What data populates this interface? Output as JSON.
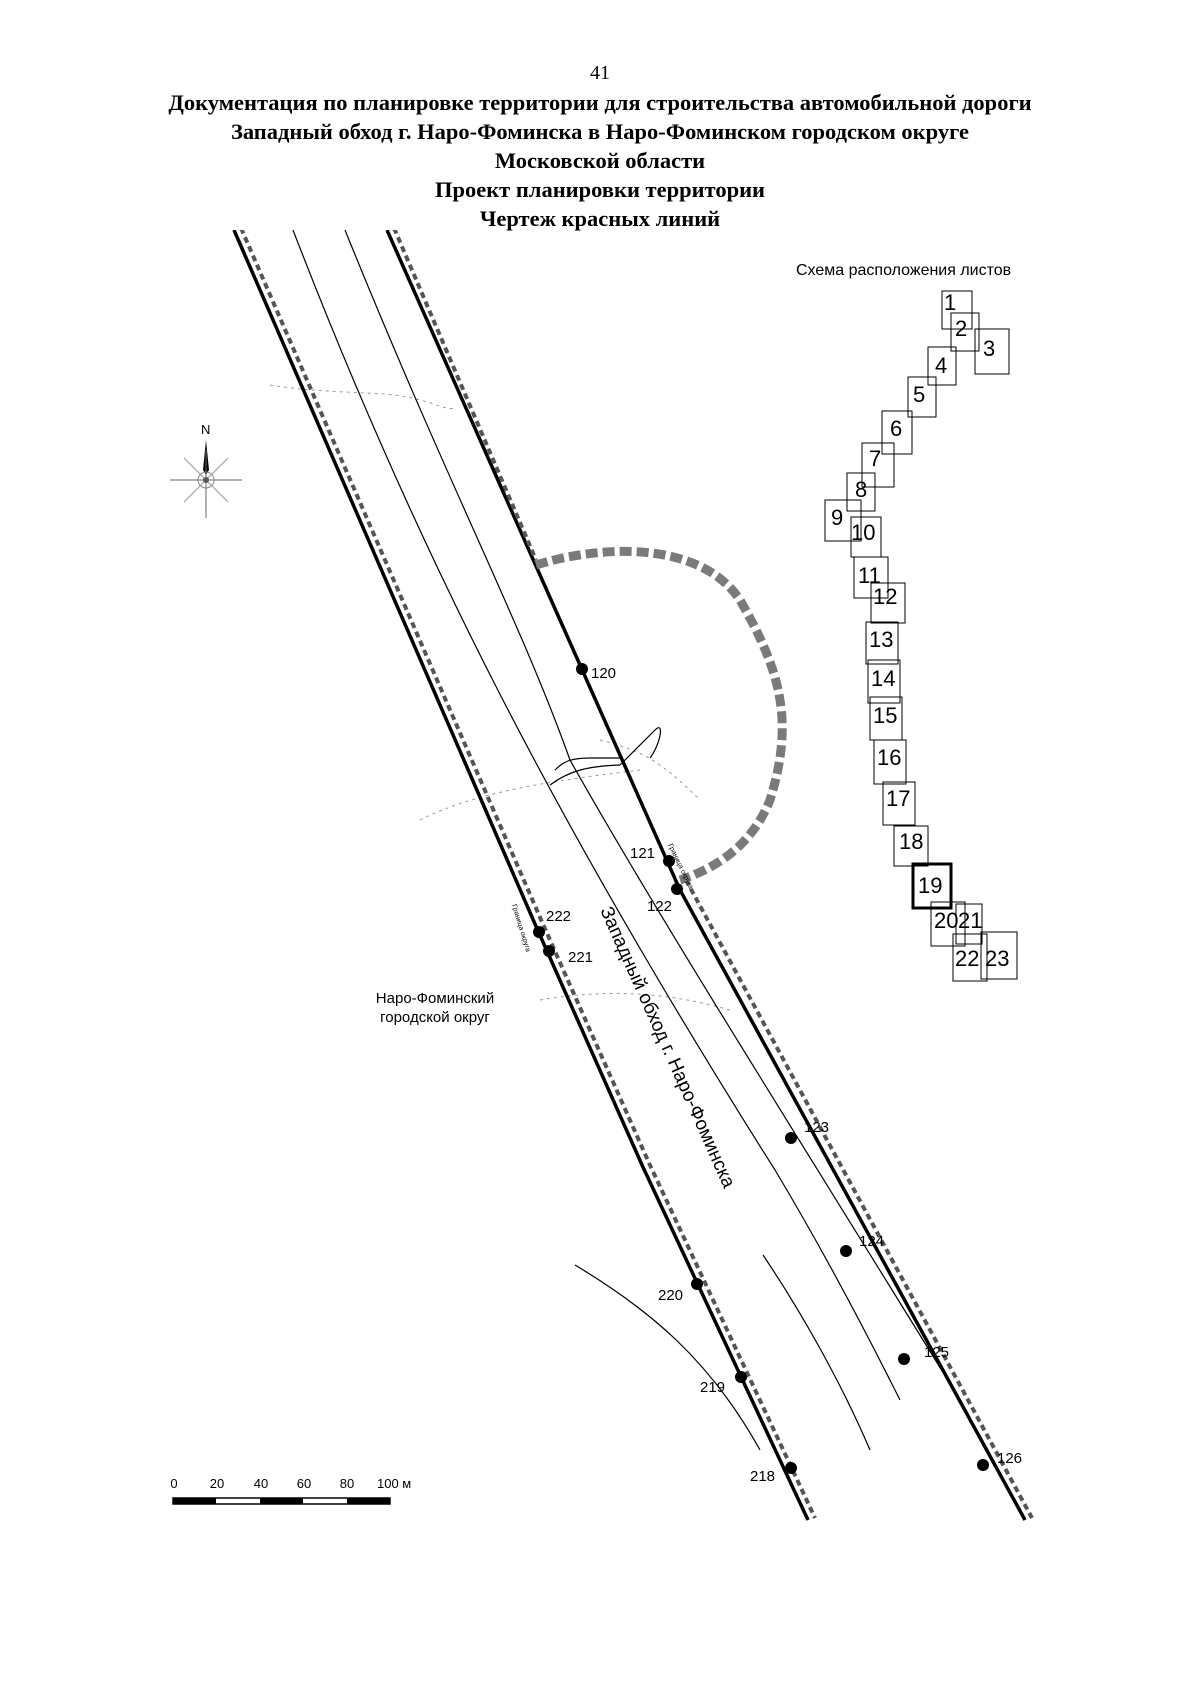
{
  "page_number": "41",
  "title_lines": [
    "Документация по планировке территории для строительства автомобильной дороги",
    "Западный обход г. Наро-Фоминска в Наро-Фоминском городском округе",
    "Московской области",
    "Проект планировки территории",
    "Чертеж красных линий"
  ],
  "key_map": {
    "title": "Схема расположения листов",
    "current_sheet": "19",
    "sheets": [
      "1",
      "2",
      "3",
      "4",
      "5",
      "6",
      "7",
      "8",
      "9",
      "10",
      "11",
      "12",
      "13",
      "14",
      "15",
      "16",
      "17",
      "18",
      "19",
      "20",
      "21",
      "22",
      "23"
    ]
  },
  "compass": {
    "north_label": "N",
    "icon": "compass-rose-icon"
  },
  "scale_bar": {
    "labels": [
      "0",
      "20",
      "40",
      "60",
      "80",
      "100 м"
    ]
  },
  "road_label": "Западный обход г. Наро-Фоминска",
  "district_label_lines": [
    "Наро-Фоминский",
    "городской округ"
  ],
  "boundary_label": "Граница округа",
  "points": [
    "120",
    "121",
    "122",
    "123",
    "124",
    "125",
    "126",
    "218",
    "219",
    "220",
    "221",
    "222"
  ]
}
